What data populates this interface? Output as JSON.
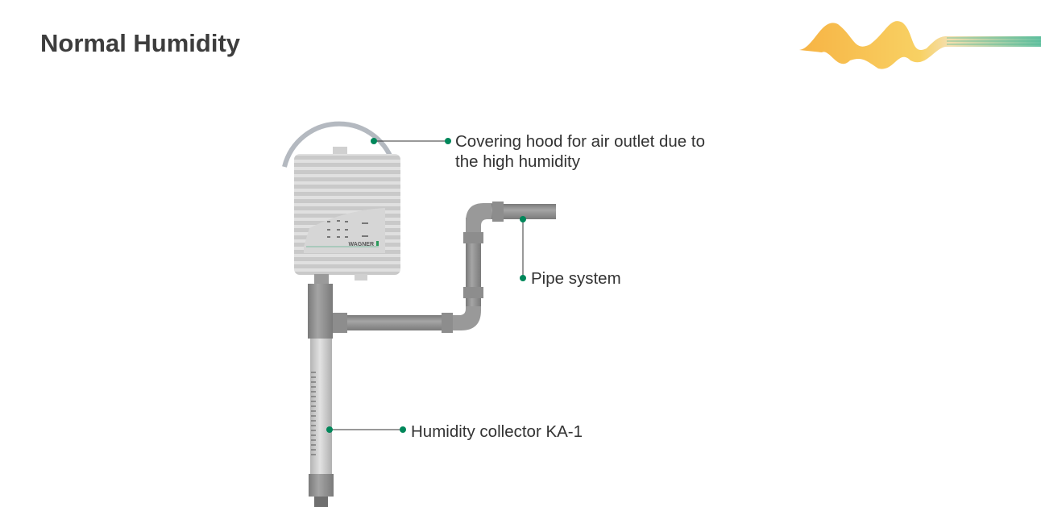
{
  "title": "Normal Humidity",
  "labels": {
    "hood_line1": "Covering hood for air outlet due to",
    "hood_line2": "the high humidity",
    "pipe": "Pipe system",
    "collector": "Humidity collector KA-1"
  },
  "device_brand": "WAGNER",
  "colors": {
    "accent": "#00875a",
    "pipe": "#8c8c8c",
    "title": "#3d3d3d"
  }
}
